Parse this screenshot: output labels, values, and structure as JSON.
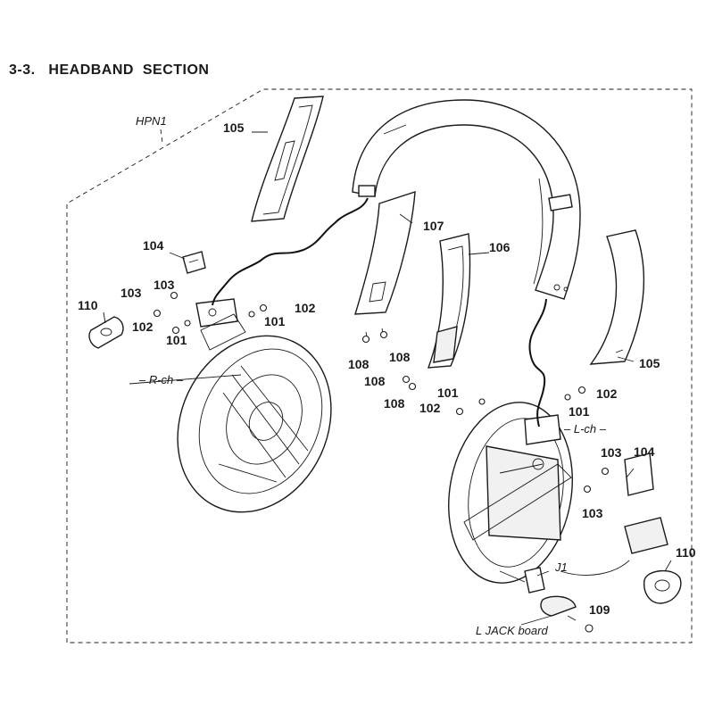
{
  "title": "3-3.   HEADBAND  SECTION",
  "labels": {
    "assembly": "HPN1",
    "right_channel": "– R-ch –",
    "left_channel": "– L-ch –",
    "jack": "J1",
    "jack_board": "L JACK board"
  },
  "callouts": {
    "c105a": "105",
    "c105b": "105",
    "c104a": "104",
    "c104b": "104",
    "c103a": "103",
    "c103b": "103",
    "c103c": "103",
    "c103d": "103",
    "c102a": "102",
    "c102b": "102",
    "c102c": "102",
    "c102d": "102",
    "c101a": "101",
    "c101b": "101",
    "c101c": "101",
    "c101d": "101",
    "c110a": "110",
    "c110b": "110",
    "c107": "107",
    "c106": "106",
    "c108a": "108",
    "c108b": "108",
    "c108c": "108",
    "c108d": "108",
    "c109": "109"
  }
}
